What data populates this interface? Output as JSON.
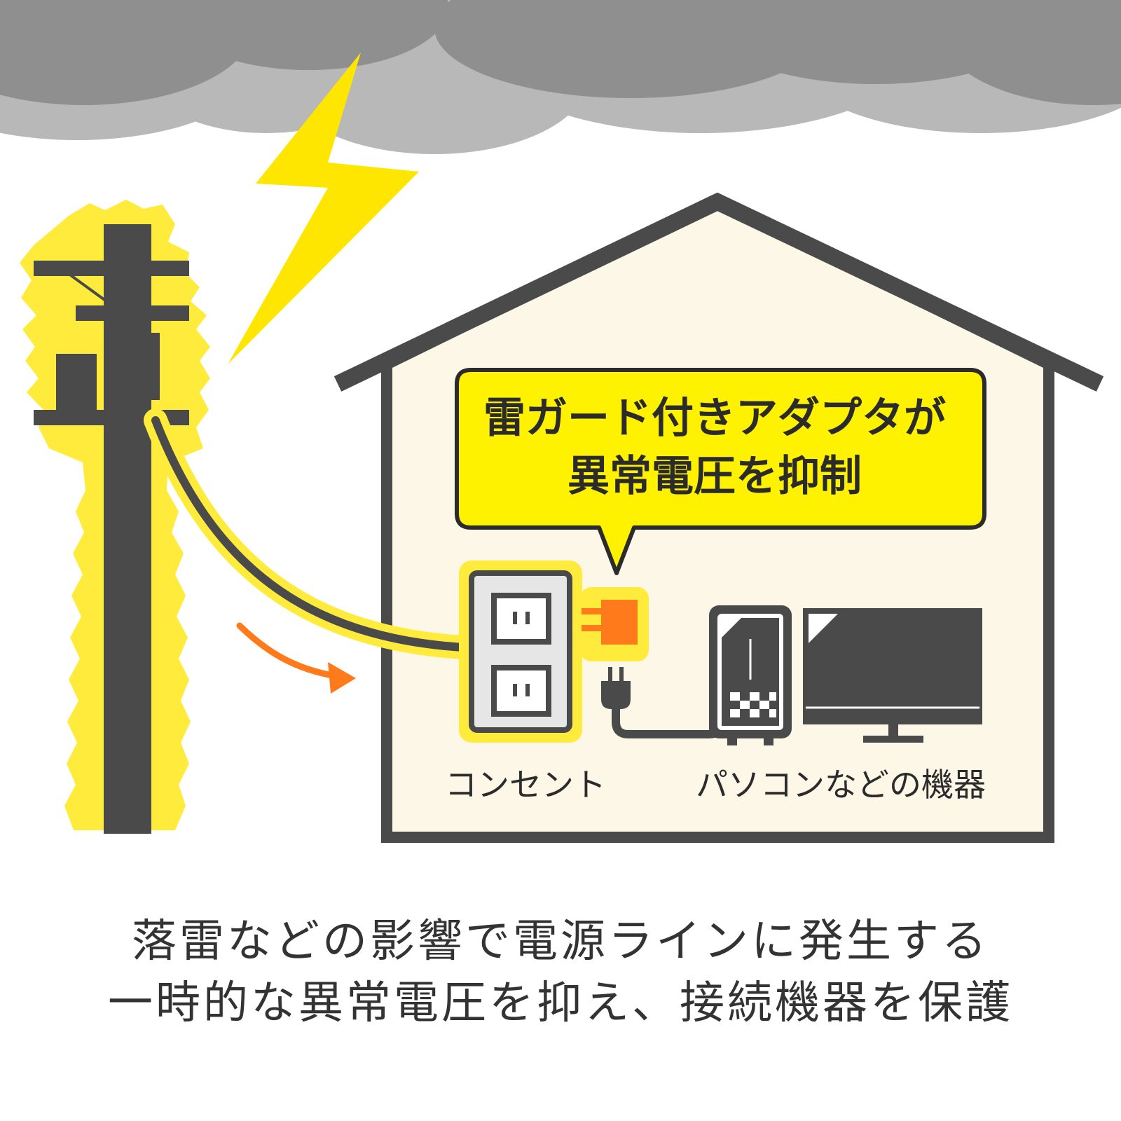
{
  "bubble": {
    "line1": "雷ガード付きアダプタが",
    "line2": "異常電圧を抑制"
  },
  "labels": {
    "outlet": "コンセント",
    "devices": "パソコンなどの機器"
  },
  "caption": {
    "line1": "落雷などの影響で電源ラインに発生する",
    "line2": "一時的な異常電圧を抑え、接続機器を保護"
  },
  "icons": [
    "storm-cloud-icon",
    "lightning-bolt-icon",
    "utility-pole-icon",
    "house-icon",
    "wall-outlet-icon",
    "surge-adapter-icon",
    "plug-icon",
    "pc-tower-icon",
    "monitor-icon",
    "surge-arrow-icon"
  ],
  "colors": {
    "cloud_dark": "#8f8f8f",
    "cloud_light": "#b8b8b8",
    "lightning": "#ffe600",
    "glow": "#ffeb3b",
    "pole": "#4a4a4a",
    "house_fill": "#fdf7e8",
    "bubble_fill": "#fff200",
    "adapter": "#ff7a1a",
    "arrow": "#ff7a1a"
  }
}
